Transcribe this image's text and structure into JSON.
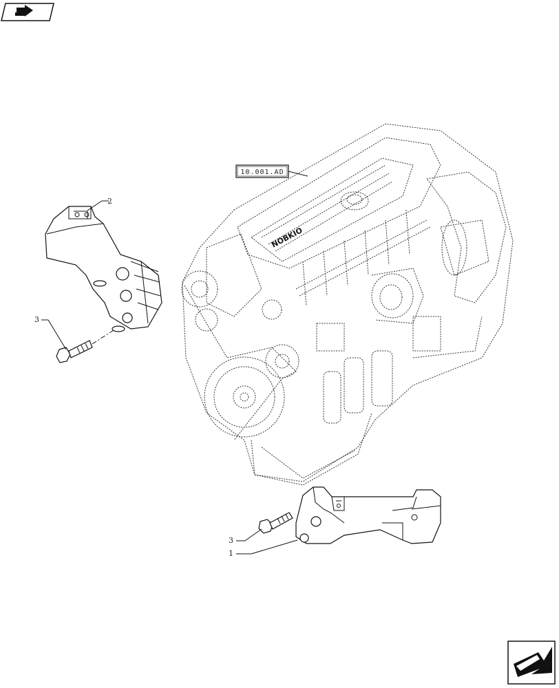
{
  "header": {
    "nav_icon": "back-arrow-icon"
  },
  "footer": {
    "nav_icon": "forward-arrow-icon"
  },
  "diagram": {
    "reference": "10.001.AD",
    "callouts": [
      "1",
      "2",
      "3",
      "3"
    ]
  }
}
